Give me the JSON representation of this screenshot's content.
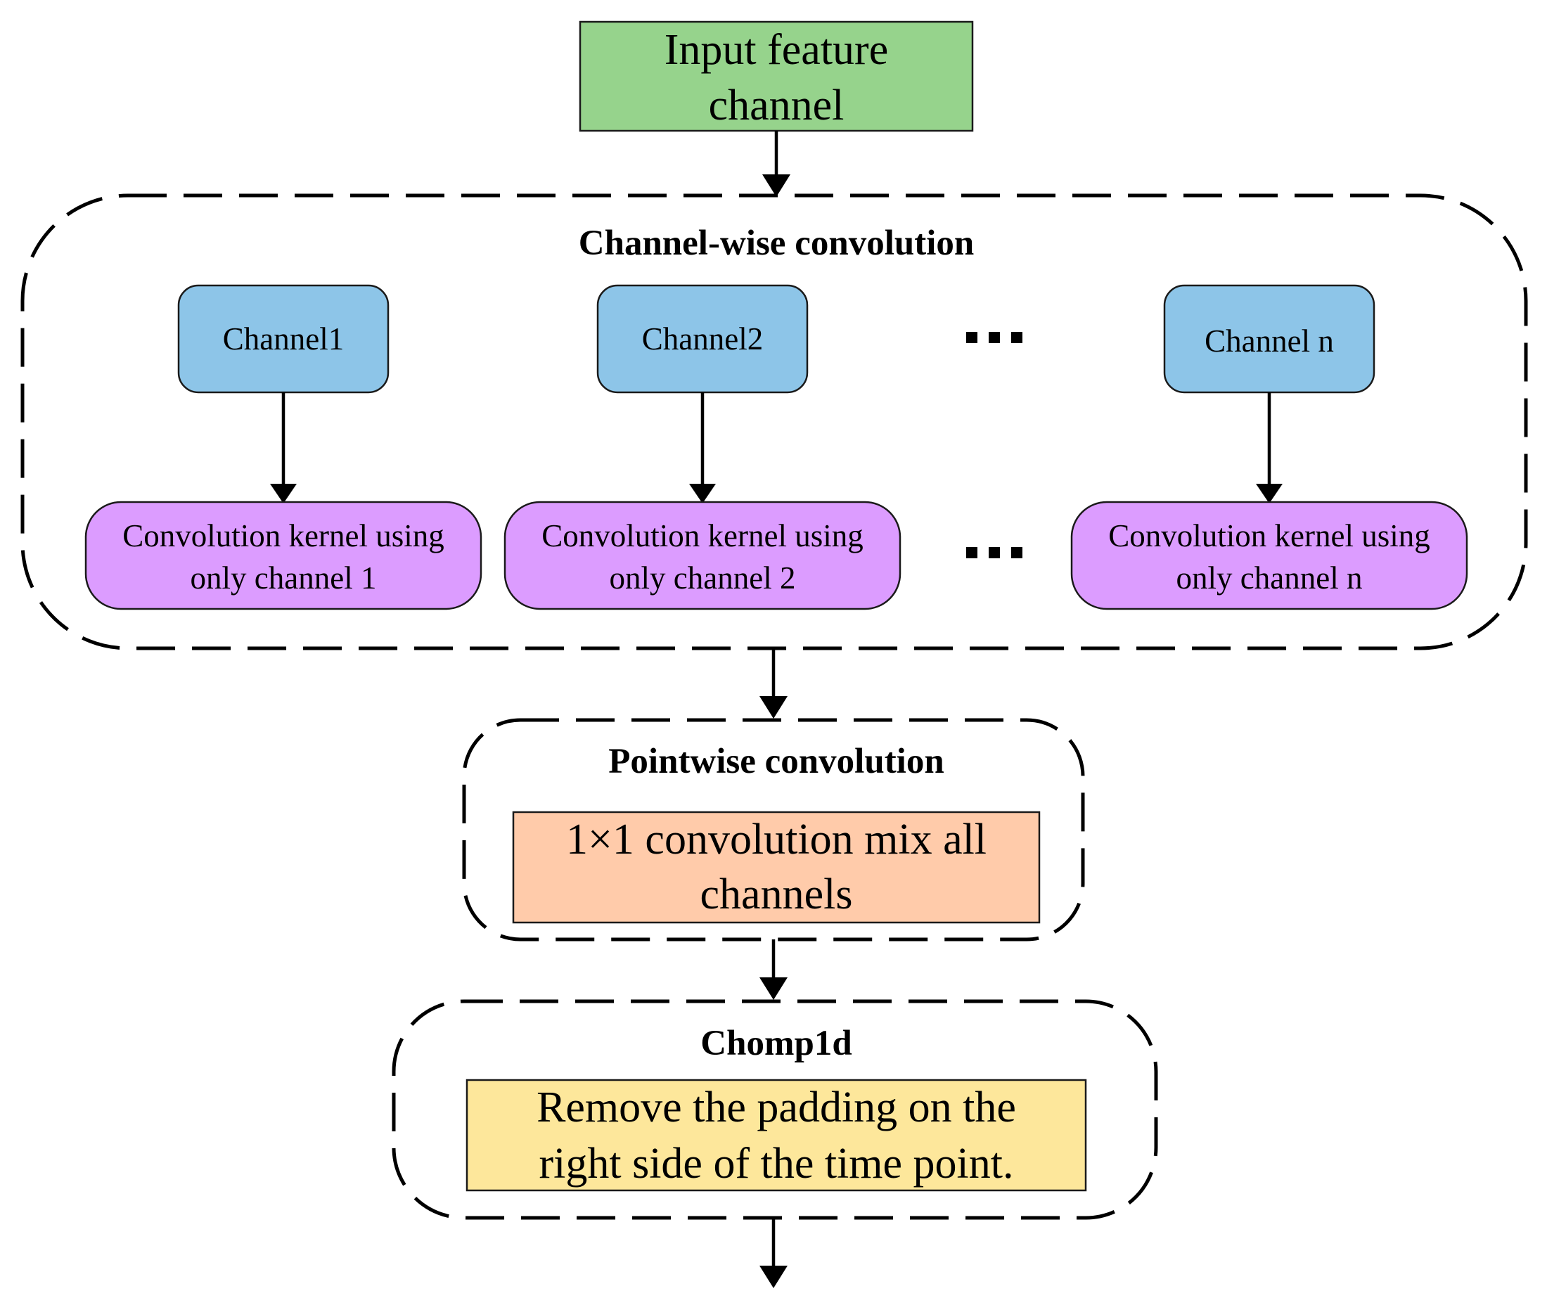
{
  "colors": {
    "input": "#96d38c",
    "channel": "#8dc5e8",
    "kernel": "#dc9cff",
    "pointwise": "#ffcbaa",
    "chomp": "#fde79b",
    "line": "#000000"
  },
  "input_box": {
    "line1": "Input feature",
    "line2": "channel"
  },
  "channelwise": {
    "title": "Channel-wise convolution",
    "channels": [
      {
        "label": "Channel1",
        "kernel_line1": "Convolution kernel using",
        "kernel_line2": "only channel 1"
      },
      {
        "label": "Channel2",
        "kernel_line1": "Convolution kernel using",
        "kernel_line2": "only channel 2"
      },
      {
        "label": "Channel n",
        "kernel_line1": "Convolution kernel using",
        "kernel_line2": "only channel n"
      }
    ]
  },
  "pointwise": {
    "title": "Pointwise convolution",
    "line1": "1×1 convolution mix all",
    "line2": "channels"
  },
  "chomp": {
    "title": "Chomp1d",
    "line1": "Remove the padding on the",
    "line2": "right side of the time point."
  }
}
